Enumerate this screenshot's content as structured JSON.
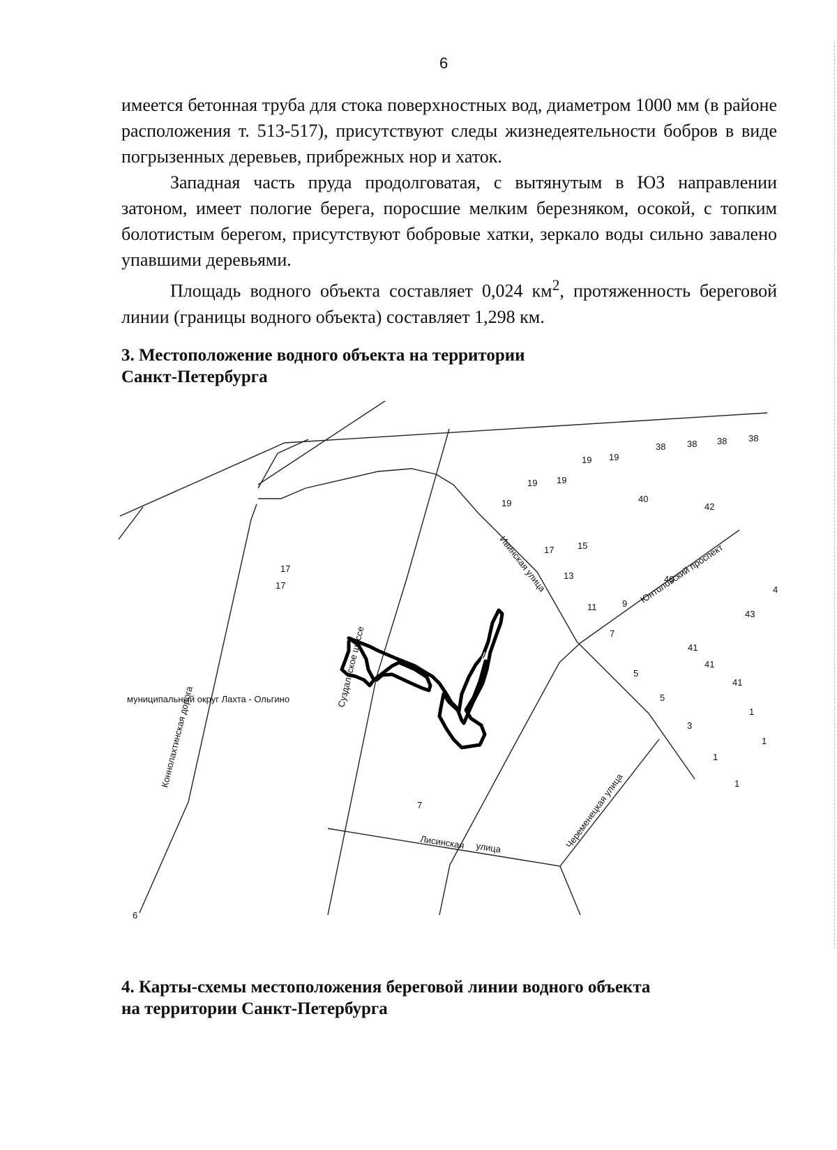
{
  "page_number": "6",
  "paragraphs": [
    {
      "text": "имеется бетонная труба для стока поверхностных вод, диаметром 1000 мм (в районе расположения т. 513-517), присутствуют следы жизнедеятельности бобров в виде погрызенных деревьев, прибрежных нор и хаток."
    },
    {
      "text": "Западная часть пруда продолговатая, с вытянутым в ЮЗ направлении затоном, имеет пологие берега, поросшие мелким березняком, осокой, с топким болотистым берегом, присутствуют бобровые хатки, зеркало воды сильно завалено упавшими деревьями."
    },
    {
      "text_before": "Площадь водного объекта составляет 0,024 км",
      "superscript": "2",
      "text_after": ", протяженность береговой линии (границы водного объекта) составляет 1,298 км."
    }
  ],
  "section3_title_line1": "3. Местоположение водного объекта на территории",
  "section3_title_line2": "Санкт-Петербурга",
  "section4_title_line1": "4. Карты-схемы местоположения береговой линии водного объекта",
  "section4_title_line2": "на территории Санкт-Петербурга",
  "map": {
    "street_labels": {
      "ivinskaya": "Ивинская улица",
      "yuntolovsky": "Юнтоловский проспект",
      "suzdalsky": "Суздальское шоссе",
      "konnolakhtinskaya": "Коннолахтинская дорога",
      "lisinskaya_1": "Лисинская",
      "lisinskaya_2": "улица",
      "cheremenetskaya": "Череменецкая улица",
      "municipal": "муниципальный округ Лахта - Ольгино"
    },
    "house_numbers": [
      "38",
      "38",
      "38",
      "38",
      "19",
      "19",
      "19",
      "19",
      "19",
      "40",
      "42",
      "17",
      "15",
      "13",
      "40",
      "11",
      "9",
      "4",
      "43",
      "7",
      "41",
      "41",
      "41",
      "5",
      "5",
      "1",
      "3",
      "1",
      "1",
      "1",
      "17",
      "17",
      "7",
      "6"
    ]
  }
}
